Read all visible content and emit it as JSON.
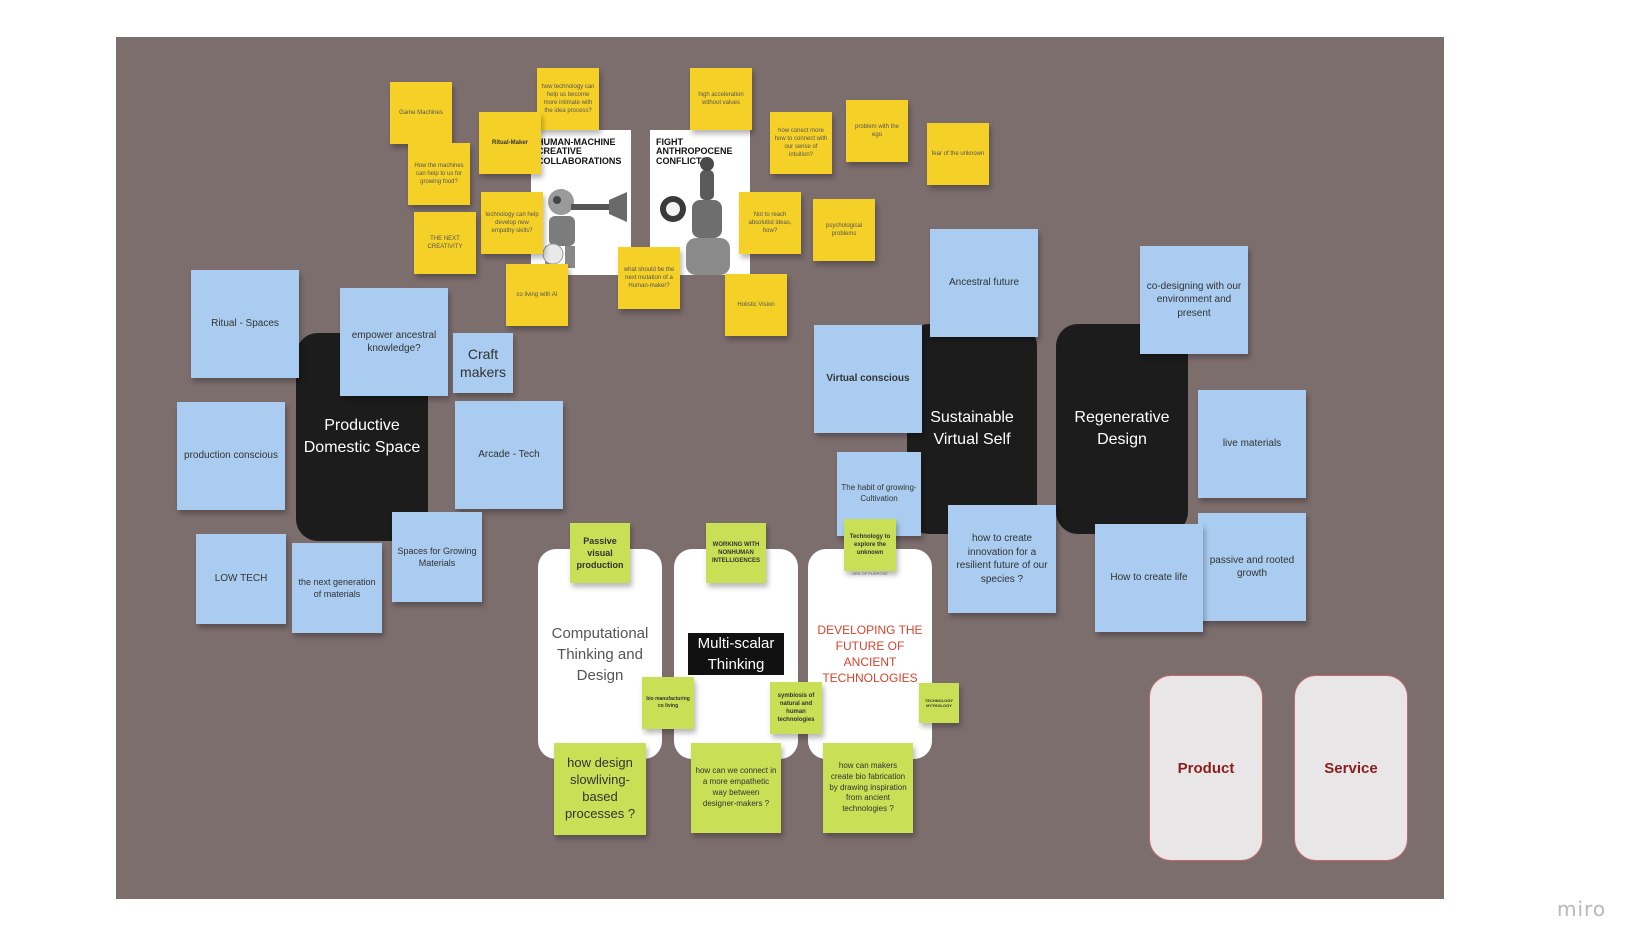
{
  "board": {
    "logo": "miro",
    "posters": [
      {
        "title": "HUMAN-MACHINE CREATIVE COLLABORATIONS"
      },
      {
        "title": "FIGHT ANTHROPOCENE CONFLICTS"
      }
    ],
    "yellow_notes": {
      "game_machines": "Game Machines",
      "how_technology": "how technology can help us become more intimate with the idea process?",
      "high_acceleration": "high acceleration without values",
      "ritual_maker": "Ritual-Maker",
      "how_connect": "how conect more how to connect with our sense of intuition?",
      "problem_ego": "problem with the ego",
      "fear_unknown": "fear of the unknown",
      "machines_food": "How the machines can help to us for growing food?",
      "tech_empathy": "technology can help develop new empathy skills?",
      "not_reach": "Not to reach absolutist ideas, how?",
      "psychological": "psychological problems",
      "next_creativity": "THE NEXT CREATIVITY",
      "next_mutation": "what should be the next mutation of a Human-maker?",
      "co_living_ai": "co living with AI",
      "holistic_vision": "Holistic Vision"
    },
    "blue_notes": {
      "ritual_spaces": "Ritual - Spaces",
      "empower": "empower ancestral knowledge?",
      "craft_makers": "Craft makers",
      "production_conscious": "production conscious",
      "arcade_tech": "Arcade - Tech",
      "low_tech": "LOW TECH",
      "next_generation": "the next generation of materials",
      "spaces_growing": "Spaces for Growing Materials",
      "ancestral_future": "Ancestral future",
      "virtual_conscious": "Virtual conscious",
      "habit_growing": "The habit of growing-Cultivation",
      "innovation": "how to create innovation for a resilient future of our species ?",
      "co_designing": "co-designing with our environment and present",
      "live_materials": "live materials",
      "passive_rooted": "passive and rooted growth",
      "create_life": "How to create life"
    },
    "black_cards": {
      "productive": "Productive Domestic Space",
      "sustainable": "Sustainable Virtual Self",
      "regenerative": "Regenerative Design"
    },
    "white_cards": {
      "computational": "Computational Thinking and Design",
      "multiscalar": "Multi-scalar Thinking",
      "developing": "DEVELOPING THE FUTURE OF ANCIENT TECHNOLOGIES",
      "developing_small": "ARK OF PURPOSE",
      "developing_color": "#d6452e"
    },
    "green_notes": {
      "passive_visual": "Passive visual production",
      "working_nonhuman": "WORKING WITH NONHUMAN INTELLIGENCES",
      "tech_explore": "Technology to explore the unknown",
      "bio_manufacturing": "bio manufacturing co living",
      "symbiosis": "symbiosis of natural and human technologies",
      "tech_mythology": "TECHNOLOGY MYTHOLOGY",
      "slowliving": "how design slowliving-based processes ?",
      "empathetic": "how can we connect in a more empathetic way between designer-makers ?",
      "bio_fabrication": "how can makers create bio fabrication by drawing inspiration from ancient technologies ?"
    },
    "grey_cards": {
      "product": "Product",
      "service": "Service"
    },
    "colors": {
      "board_bg": "#7d6e6e",
      "yellow": "#f5d128",
      "blue": "#a9ccf0",
      "green": "#c9df56",
      "accent_red": "#8b1d1d"
    }
  }
}
